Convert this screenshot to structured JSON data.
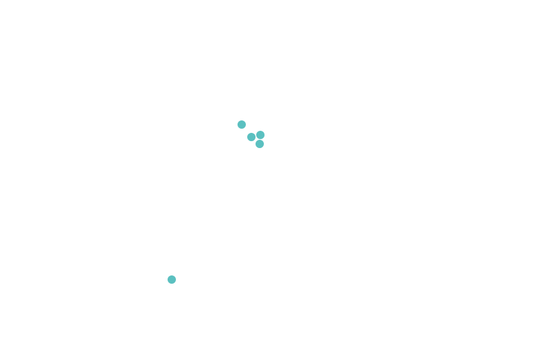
{
  "chart_data": {
    "type": "scatter",
    "point_color": "#5bc0c0",
    "grid": false,
    "axes_visible": false,
    "series": [
      {
        "points": [
          {
            "x": 349,
            "y": 180
          },
          {
            "x": 363,
            "y": 198
          },
          {
            "x": 376,
            "y": 195
          },
          {
            "x": 375,
            "y": 208
          },
          {
            "x": 248,
            "y": 404
          }
        ]
      }
    ]
  }
}
